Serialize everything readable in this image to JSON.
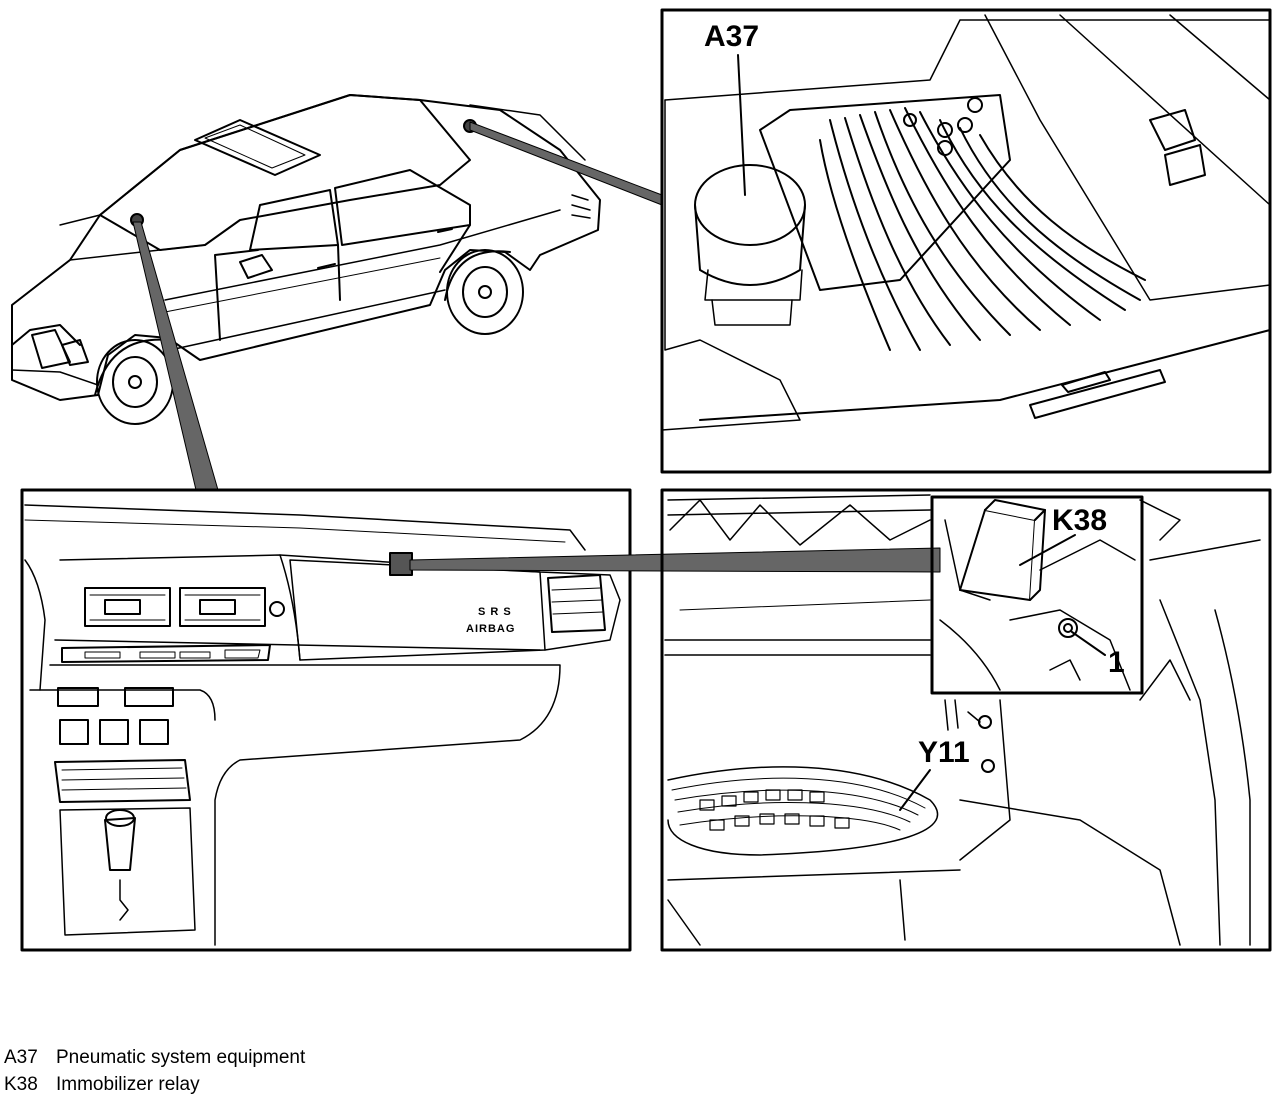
{
  "callouts": {
    "a37": "A37",
    "k38": "K38",
    "y11": "Y11",
    "pin": "1",
    "srs": "S R S",
    "airbag": "AIRBAG"
  },
  "legend": [
    {
      "code": "A37",
      "desc": "Pneumatic system equipment"
    },
    {
      "code": "K38",
      "desc": "Immobilizer relay"
    }
  ]
}
